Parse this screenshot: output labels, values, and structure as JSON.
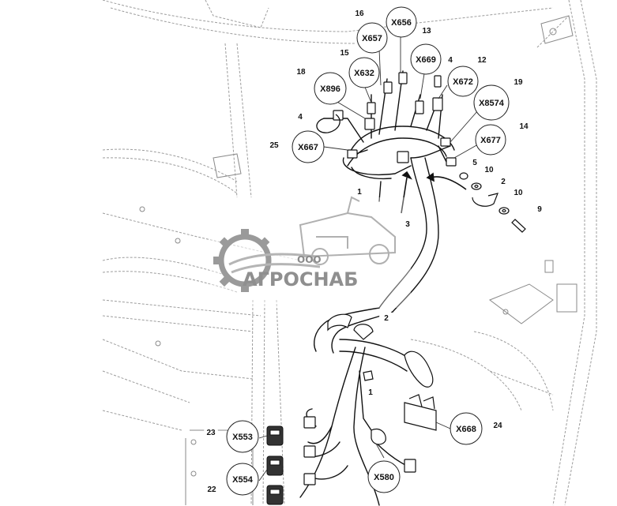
{
  "watermark": {
    "prefix": "ООО",
    "name": "АГРОСНАБ",
    "color": "#9a9a9a"
  },
  "connectors": [
    {
      "id": "X656"
    },
    {
      "id": "X657"
    },
    {
      "id": "X669"
    },
    {
      "id": "X632"
    },
    {
      "id": "X672"
    },
    {
      "id": "X896"
    },
    {
      "id": "X8574"
    },
    {
      "id": "X667"
    },
    {
      "id": "X677"
    },
    {
      "id": "X668"
    },
    {
      "id": "X553"
    },
    {
      "id": "X554"
    },
    {
      "id": "X580"
    }
  ],
  "callouts": [
    "16",
    "13",
    "15",
    "4",
    "12",
    "18",
    "19",
    "4",
    "25",
    "14",
    "5",
    "10",
    "2",
    "10",
    "9",
    "1",
    "3",
    "2",
    "1",
    "24",
    "23",
    "22"
  ]
}
